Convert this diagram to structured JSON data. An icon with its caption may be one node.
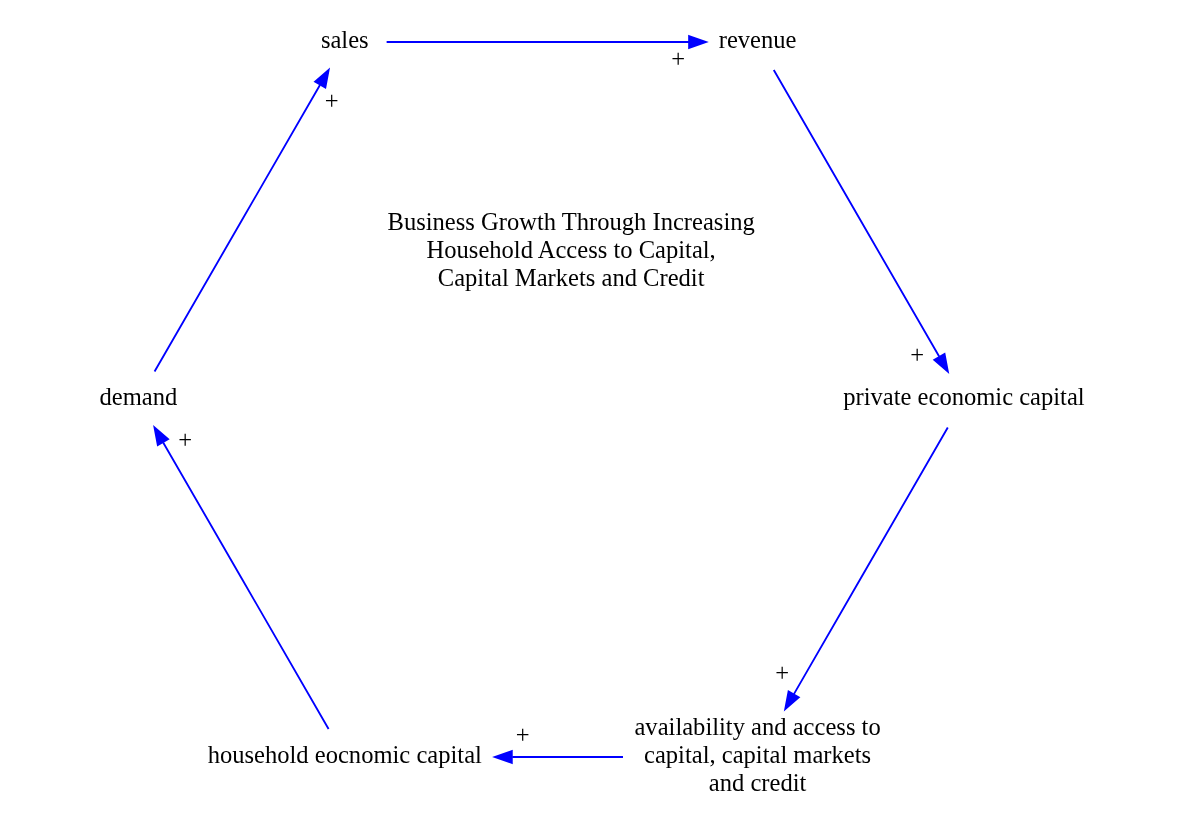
{
  "diagram": {
    "nodes": [
      {
        "text": [
          "availability and access to capital, capital markets and credit"
        ]
      },
      {
        "text": [
          "household eocnomic capital"
        ]
      },
      {
        "text": [
          "demand"
        ]
      },
      {
        "text": [
          "sales"
        ]
      },
      {
        "text": [
          "revenue"
        ]
      },
      {
        "text": [
          "private economic capital"
        ]
      }
    ],
    "edges": [
      {
        "from": 0,
        "to": 1,
        "arrow": "to",
        "label": "+"
      },
      {
        "from": 1,
        "to": 2,
        "arrow": "to",
        "label": "+"
      },
      {
        "from": 2,
        "to": 3,
        "arrow": "to",
        "label": "+"
      },
      {
        "from": 3,
        "to": 4,
        "arrow": "to",
        "label": "+"
      },
      {
        "from": 4,
        "to": 5,
        "arrow": "to",
        "label": "+"
      },
      {
        "from": 5,
        "to": 0,
        "arrow": "to",
        "label": "+"
      }
    ],
    "labels": [
      "Business Growth Through Increasing Household Access to Capital, Capital Markets and Credit"
    ]
  }
}
